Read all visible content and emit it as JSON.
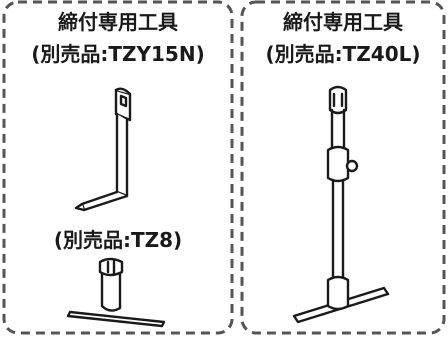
{
  "left_panel": {
    "title": "締付専用工具",
    "tool_a_part": "(別売品:TZY15N)",
    "tool_b_part": "(別売品:TZ8)"
  },
  "right_panel": {
    "title": "締付専用工具",
    "tool_c_part": "(別売品:TZ40L)"
  },
  "colors": {
    "line": "#1a1a1a",
    "frame": "#555555"
  }
}
